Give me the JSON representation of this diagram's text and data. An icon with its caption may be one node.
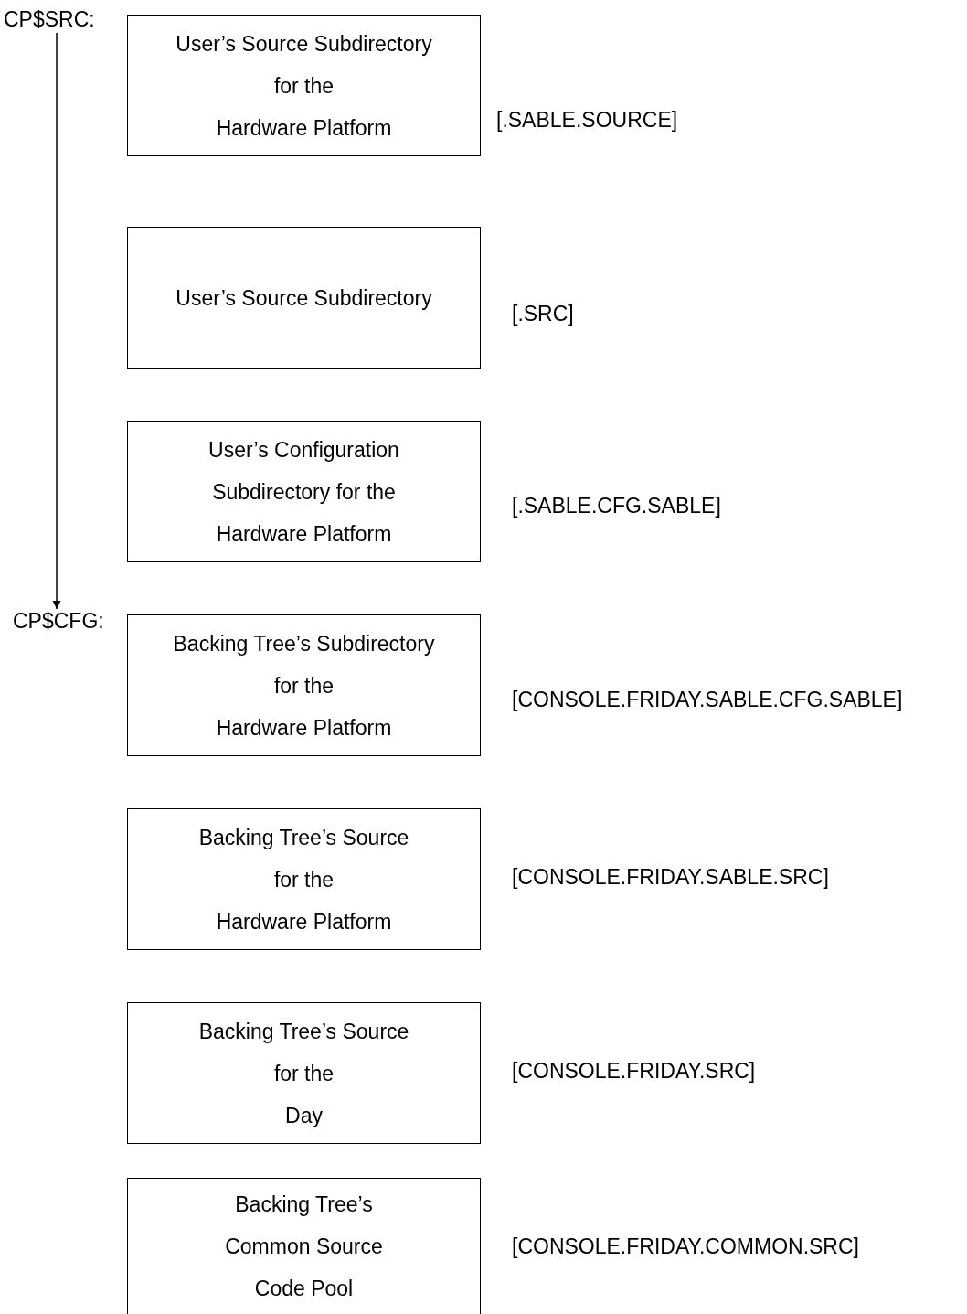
{
  "diagram": {
    "nodes": [
      {
        "text": [
          "CP$SRC:"
        ]
      },
      {
        "text": [
          "User’s Source Subdirectory for the Hardware Platform"
        ],
        "beside": [
          "[.SABLE.SOURCE]"
        ]
      },
      {
        "text": [
          "User’s Source Subdirectory"
        ],
        "beside": [
          "[.SRC]"
        ]
      },
      {
        "text": [
          "User’s Configuration Subdirectory for the Hardware Platform"
        ],
        "beside": [
          "[.SABLE.CFG.SABLE]"
        ]
      },
      {
        "text": [
          "CP$CFG:"
        ]
      },
      {
        "text": [
          "Backing Tree’s Subdirectory for the Hardware Platform"
        ],
        "beside": [
          "[CONSOLE.FRIDAY.SABLE.CFG.SABLE]"
        ]
      },
      {
        "text": [
          "Backing Tree’s Source for the Hardware Platform"
        ],
        "beside": [
          "[CONSOLE.FRIDAY.SABLE.SRC]"
        ]
      },
      {
        "text": [
          "Backing Tree’s Source for the Day"
        ],
        "beside": [
          "[CONSOLE.FRIDAY.SRC]"
        ]
      },
      {
        "text": [
          "Backing Tree’s Common Source Code Pool"
        ],
        "beside": [
          "[CONSOLE.FRIDAY.COMMON.SRC]"
        ]
      }
    ],
    "edges": [
      {
        "from": 0,
        "to": 4,
        "arrow": "to"
      }
    ]
  }
}
